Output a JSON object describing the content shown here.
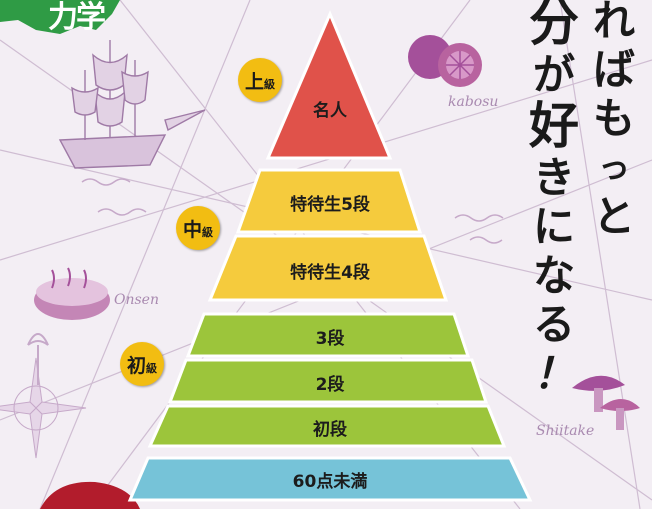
{
  "corner_logo": "力学",
  "headline": {
    "column_right": [
      "れ",
      "ば",
      "も",
      "っ",
      "と"
    ],
    "column_left": [
      "分",
      "が",
      "好",
      "き",
      "に",
      "な",
      "る",
      "！"
    ]
  },
  "map_labels": {
    "kabosu": "kabosu",
    "onsen": "Onsen",
    "shiitake": "Shiitake"
  },
  "badges": {
    "upper": {
      "big": "上",
      "small": "級"
    },
    "middle": {
      "big": "中",
      "small": "級"
    },
    "beginner": {
      "big": "初",
      "small": "級"
    }
  },
  "tiers": {
    "meijin": "名人",
    "tokutai5": "特待生5段",
    "tokutai4": "特待生4段",
    "dan3": "3段",
    "dan2": "2段",
    "shodan": "初段",
    "under60": "60点未満"
  },
  "colors": {
    "red_tier": "#e0524a",
    "yellow_tier": "#f5cb3d",
    "green_tier": "#9cc53b",
    "blue_tier": "#76c3d8",
    "badge": "#f2bd12",
    "map_line": "#cdb9cf"
  }
}
